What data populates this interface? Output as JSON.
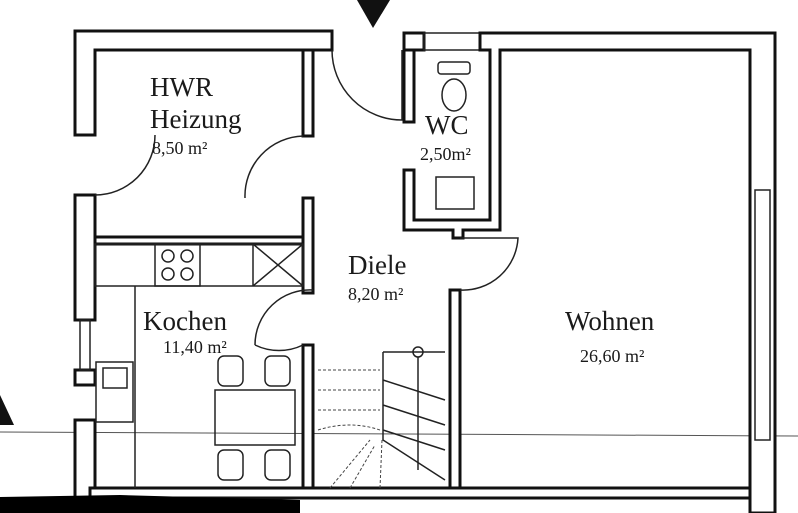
{
  "rooms": [
    {
      "name": "HWR",
      "name2": "Heizung",
      "area": "8,50 m²"
    },
    {
      "name": "WC",
      "area": "2,50m²"
    },
    {
      "name": "Diele",
      "area": "8,20 m²"
    },
    {
      "name": "Kochen",
      "area": "11,40 m²"
    },
    {
      "name": "Wohnen",
      "area": "26,60 m²"
    }
  ],
  "colors": {
    "wall": "#111111",
    "background": "#ffffff"
  }
}
